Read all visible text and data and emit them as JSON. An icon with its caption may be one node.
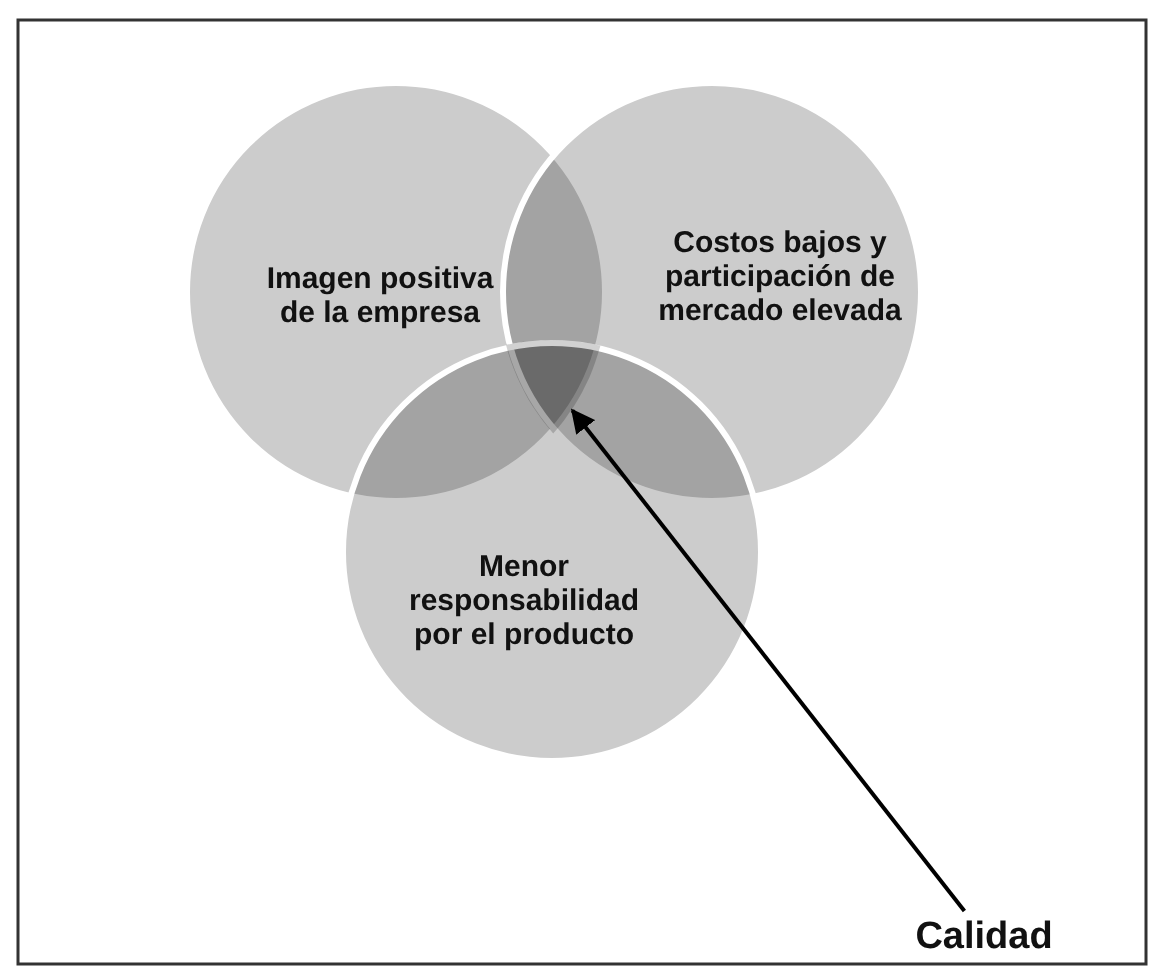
{
  "diagram": {
    "nodes": [
      {
        "text": [
          "Imagen positiva de la empresa"
        ]
      },
      {
        "text": [
          "Costos bajos y participación de mercado elevada"
        ]
      },
      {
        "text": [
          "Menor responsabilidad por el producto"
        ]
      },
      {
        "text": [],
        "shape": "triangle"
      },
      {
        "text": [
          "Calidad"
        ]
      }
    ],
    "edges": [
      {
        "from": 4,
        "to": 3,
        "arrow": "to"
      }
    ]
  }
}
